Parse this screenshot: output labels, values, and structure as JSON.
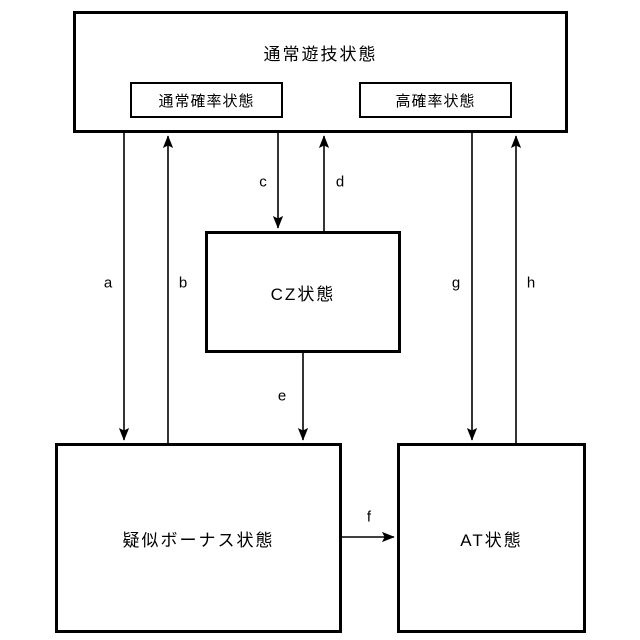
{
  "diagram": {
    "title_text": "",
    "background_color": "#ffffff",
    "line_color": "#000000",
    "nodes": {
      "normal_game": {
        "label": "通常遊技状態",
        "children": {
          "normal_probability": {
            "label": "通常確率状態"
          },
          "high_probability": {
            "label": "高確率状態"
          }
        }
      },
      "cz": {
        "label": "CZ状態"
      },
      "pseudo_bonus": {
        "label": "疑似ボーナス状態"
      },
      "at": {
        "label": "AT状態"
      }
    },
    "edges": [
      {
        "id": "a",
        "label": "a",
        "from": "normal_game",
        "to": "pseudo_bonus",
        "direction": "down"
      },
      {
        "id": "b",
        "label": "b",
        "from": "pseudo_bonus",
        "to": "normal_game",
        "direction": "up"
      },
      {
        "id": "c",
        "label": "c",
        "from": "normal_game",
        "to": "cz",
        "direction": "down"
      },
      {
        "id": "d",
        "label": "d",
        "from": "cz",
        "to": "normal_game",
        "direction": "up"
      },
      {
        "id": "e",
        "label": "e",
        "from": "cz",
        "to": "pseudo_bonus",
        "direction": "down"
      },
      {
        "id": "f",
        "label": "f",
        "from": "pseudo_bonus",
        "to": "at",
        "direction": "right"
      },
      {
        "id": "g",
        "label": "g",
        "from": "normal_game",
        "to": "at",
        "direction": "down"
      },
      {
        "id": "h",
        "label": "h",
        "from": "at",
        "to": "normal_game",
        "direction": "up"
      }
    ]
  }
}
